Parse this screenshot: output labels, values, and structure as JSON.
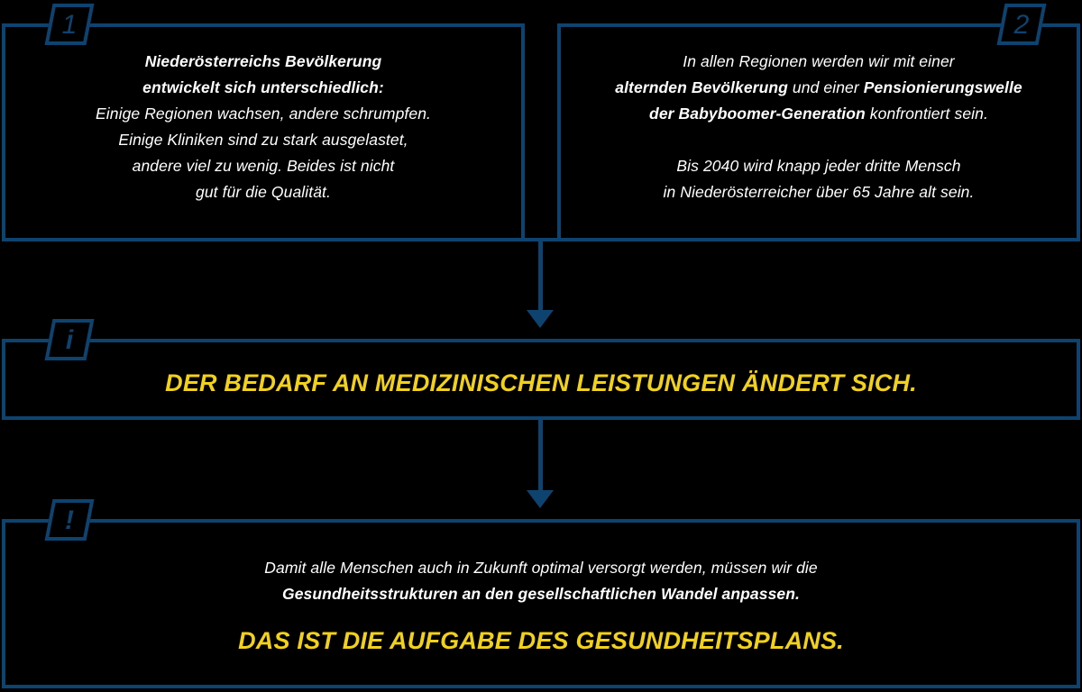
{
  "theme": {
    "background": "#000000",
    "accent_blue": "#0E4370",
    "highlight_yellow": "#F2D11B",
    "body_text": "#FFFFFF"
  },
  "panels": {
    "panel1": {
      "badge": "1",
      "badge_icon": "number-one-badge",
      "lines": [
        {
          "text": "Niederösterreichs Bevölkerung",
          "bold": true
        },
        {
          "text": "entwickelt sich unterschiedlich:",
          "bold": true
        },
        {
          "text": "Einige Regionen wachsen, andere schrumpfen.",
          "bold": false
        },
        {
          "text": "Einige Kliniken sind zu stark ausgelastet,",
          "bold": false
        },
        {
          "text": "andere viel zu wenig.  Beides ist nicht",
          "bold": false
        },
        {
          "text": "gut für die Qualität.",
          "bold": false
        }
      ]
    },
    "panel2": {
      "badge": "2",
      "badge_icon": "number-two-badge",
      "line1_a": "In allen Regionen werden wir mit einer",
      "line2_a": "alternden Bevölkerung",
      "line2_b": " und einer ",
      "line2_c": "Pensionierungswelle",
      "line3_a": "der Babyboomer-Generation",
      "line3_b": " konfrontiert sein.",
      "line4": "Bis 2040 wird knapp jeder dritte Mensch",
      "line5": "in Niederösterreicher über 65 Jahre alt sein."
    },
    "panel3": {
      "badge": "i",
      "badge_icon": "info-badge",
      "headline": "DER BEDARF AN MEDIZINISCHEN LEISTUNGEN ÄNDERT SICH."
    },
    "panel4": {
      "badge": "!",
      "badge_icon": "exclamation-badge",
      "line1": "Damit alle Menschen auch in Zukunft optimal versorgt werden, müssen wir die",
      "line2_a": "Gesundheitsstrukturen an den gesellschaftlichen Wandel anpassen.",
      "headline": "DAS IST DIE AUFGABE DES GESUNDHEITSPLANS."
    }
  },
  "connectors": {
    "arrow1_icon": "down-arrow",
    "arrow2_icon": "down-arrow"
  }
}
